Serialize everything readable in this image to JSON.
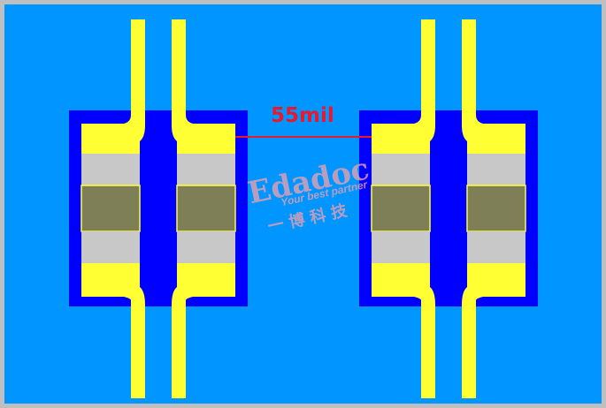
{
  "diagram": {
    "dimension_label": "55mil",
    "colors": {
      "board": "#0095FF",
      "copper_pour": "#0000FF",
      "pad_trace": "#FFFF33",
      "cap_end": "#C8C8C8",
      "cap_body": "#7E7E57",
      "dimension": "#E8192C",
      "page_border": "#BFBFBF"
    }
  },
  "watermark": {
    "logo_text": "Edadoc",
    "slogan": "Your best partner",
    "chinese": "一 博 科 技",
    "color": "#E8A0B0"
  }
}
